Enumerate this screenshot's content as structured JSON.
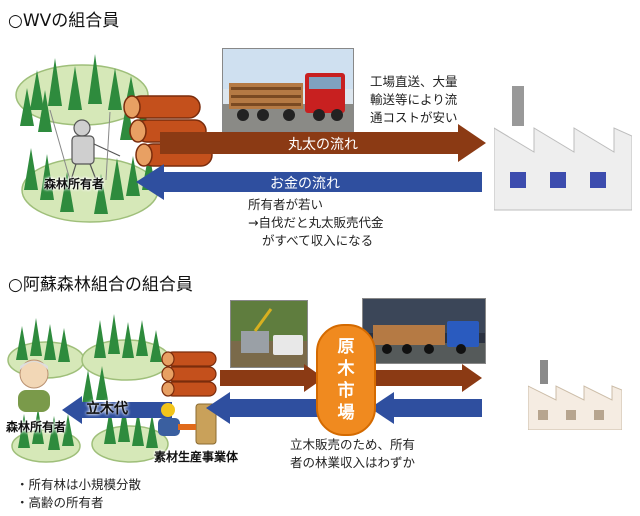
{
  "section1": {
    "title": "○WVの組合員",
    "owner_label": "森林所有者",
    "note_top": [
      "工場直送、大量",
      "輸送等により流",
      "通コストが安い"
    ],
    "log_flow_label": "丸太の流れ",
    "money_flow_label": "お金の流れ",
    "note_bottom": [
      "所有者が若い",
      "→自伐だと丸太販売代金",
      "がすべて収入になる"
    ]
  },
  "section2": {
    "title": "○阿蘇森林組合の組合員",
    "owner_label": "森林所有者",
    "producer_label": "素材生産事業体",
    "standing_fee_label": "立木代",
    "market_label": [
      "原",
      "木",
      "市",
      "場"
    ],
    "note_right": [
      "立木販売のため、所有",
      "者の林業収入はわずか"
    ],
    "bullets": [
      "・所有林は小規模分散",
      "・高齢の所有者"
    ]
  },
  "colors": {
    "log_arrow": "#8b3a14",
    "money_arrow": "#2f4f9f",
    "market": "#f08a1f",
    "tree": "#2e8b3d",
    "factory_wall": "#eeeeee",
    "factory_window": "#3c4cae"
  }
}
